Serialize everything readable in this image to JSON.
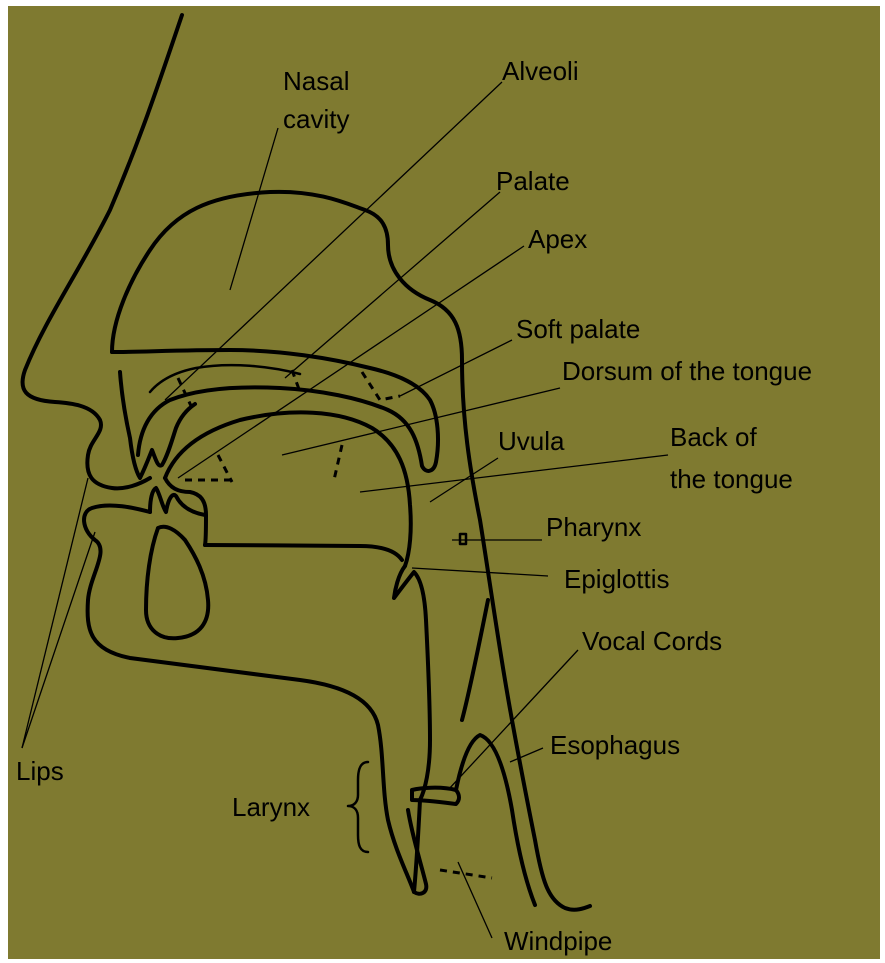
{
  "diagram": {
    "background_color": "#7f7a30",
    "line_color": "#000000",
    "labels": {
      "nasal_cavity_line1": "Nasal",
      "nasal_cavity_line2": "cavity",
      "alveoli": "Alveoli",
      "palate": "Palate",
      "apex": "Apex",
      "soft_palate": "Soft palate",
      "dorsum": "Dorsum of the tongue",
      "uvula": "Uvula",
      "back_of_tongue_line1": "Back of",
      "back_of_tongue_line2": "the tongue",
      "pharynx": "Pharynx",
      "epiglottis": "Epiglottis",
      "vocal_cords": "Vocal Cords",
      "esophagus": "Esophagus",
      "lips": "Lips",
      "larynx": "Larynx",
      "windpipe": "Windpipe"
    }
  }
}
